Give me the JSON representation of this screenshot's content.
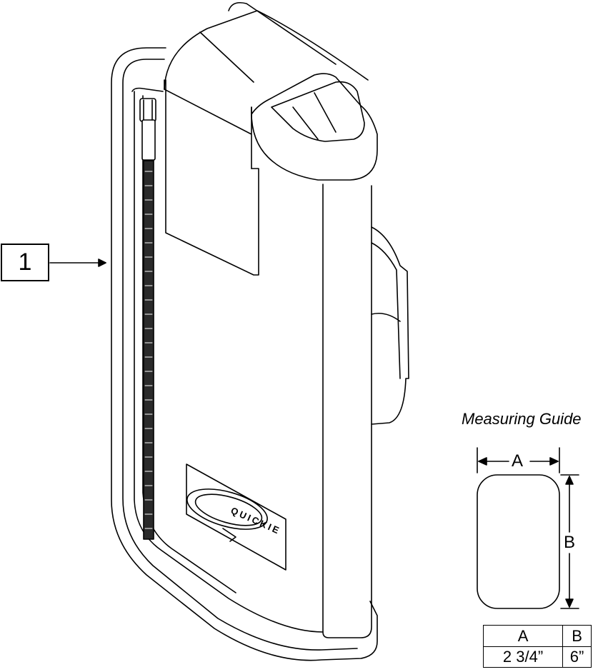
{
  "callout": {
    "number": "1"
  },
  "logo": {
    "text": "QUICKIE"
  },
  "measuring_guide": {
    "title": "Measuring Guide",
    "dimension_a_label": "A",
    "dimension_b_label": "B",
    "table": {
      "headers": [
        "A",
        "B"
      ],
      "values": [
        "2 3/4”",
        "6”"
      ]
    }
  },
  "colors": {
    "line": "#000000",
    "background": "#ffffff",
    "zipper": "#2a2a2a"
  }
}
